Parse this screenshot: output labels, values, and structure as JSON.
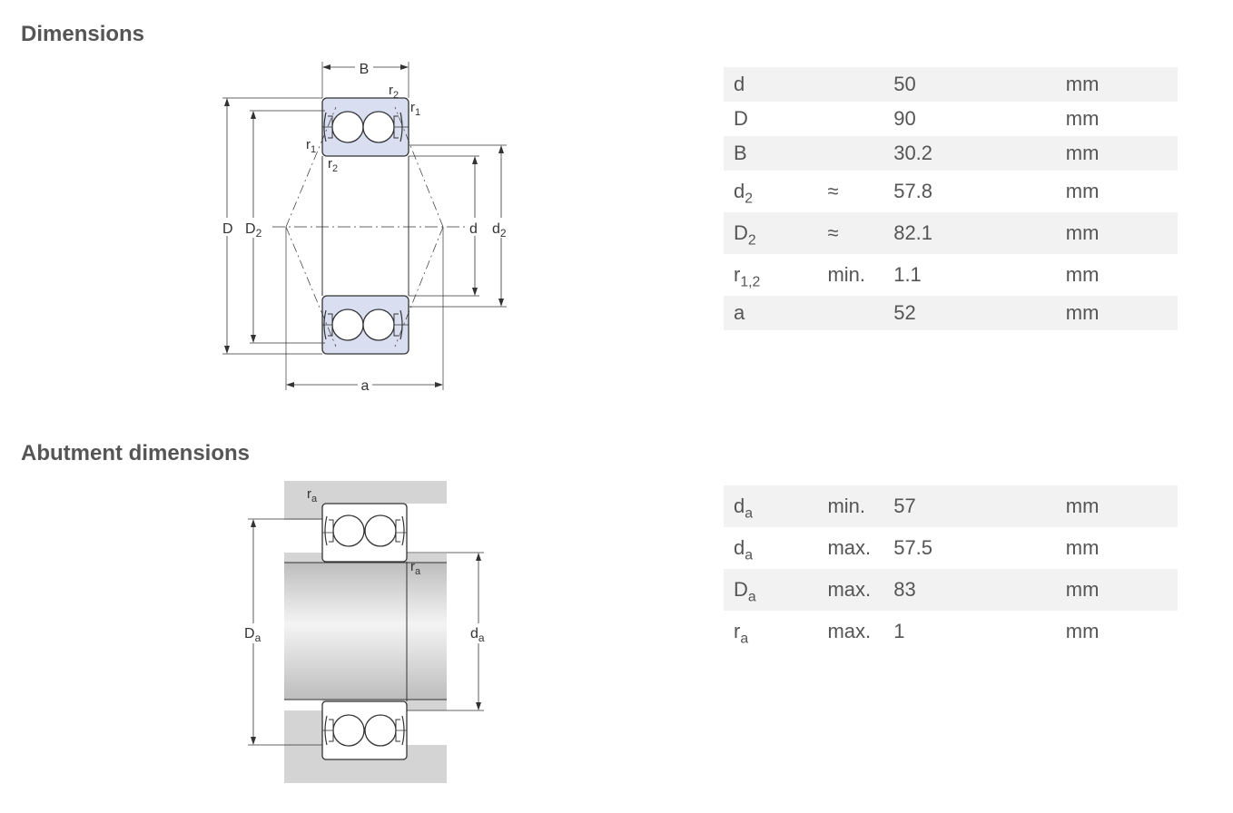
{
  "sections": {
    "dimensions": {
      "title": "Dimensions"
    },
    "abutment": {
      "title": "Abutment dimensions"
    }
  },
  "drawing_labels": {
    "B": "B",
    "r2": "r",
    "r2_sub": "2",
    "r1": "r",
    "r1_sub": "1",
    "D": "D",
    "D2": "D",
    "D2_sub": "2",
    "d": "d",
    "d2": "d",
    "d2_sub": "2",
    "a": "a",
    "ra": "r",
    "ra_sub": "a",
    "Da": "D",
    "Da_sub": "a",
    "da": "d",
    "da_sub": "a"
  },
  "dimensions": [
    {
      "symbol": "d",
      "sub": "",
      "qualifier": "",
      "value": "50",
      "unit": "mm"
    },
    {
      "symbol": "D",
      "sub": "",
      "qualifier": "",
      "value": "90",
      "unit": "mm"
    },
    {
      "symbol": "B",
      "sub": "",
      "qualifier": "",
      "value": "30.2",
      "unit": "mm"
    },
    {
      "symbol": "d",
      "sub": "2",
      "qualifier": "≈",
      "value": "57.8",
      "unit": "mm"
    },
    {
      "symbol": "D",
      "sub": "2",
      "qualifier": "≈",
      "value": "82.1",
      "unit": "mm"
    },
    {
      "symbol": "r",
      "sub": "1,2",
      "qualifier": "min.",
      "value": "1.1",
      "unit": "mm"
    },
    {
      "symbol": "a",
      "sub": "",
      "qualifier": "",
      "value": "52",
      "unit": "mm"
    }
  ],
  "abutment": [
    {
      "symbol": "d",
      "sub": "a",
      "qualifier": "min.",
      "value": "57",
      "unit": "mm"
    },
    {
      "symbol": "d",
      "sub": "a",
      "qualifier": "max.",
      "value": "57.5",
      "unit": "mm"
    },
    {
      "symbol": "D",
      "sub": "a",
      "qualifier": "max.",
      "value": "83",
      "unit": "mm"
    },
    {
      "symbol": "r",
      "sub": "a",
      "qualifier": "max.",
      "value": "1",
      "unit": "mm"
    }
  ],
  "colors": {
    "ring_fill": "#d9def0",
    "housing_fill": "#d4d4d4",
    "row_shade": "#f2f2f2"
  }
}
